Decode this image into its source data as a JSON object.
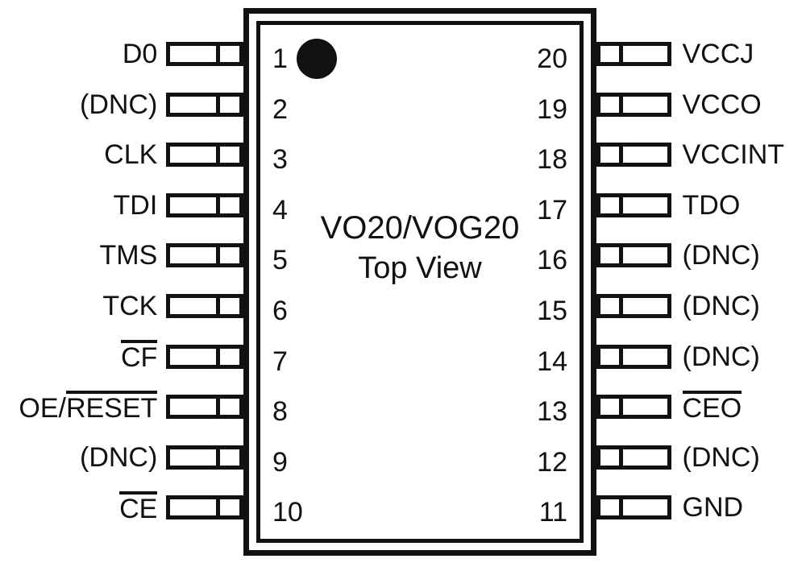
{
  "diagram": {
    "title": "VO20/VOG20",
    "subtitle": "Top View",
    "package_pin_count": 20,
    "pin1_indicator": "pin1-dot",
    "colors": {
      "background": "#ffffff",
      "outline": "#111111",
      "text": "#111111"
    }
  },
  "left_pins": [
    {
      "number": "1",
      "label": "D0",
      "overbar": "none"
    },
    {
      "number": "2",
      "label": "(DNC)",
      "overbar": "none"
    },
    {
      "number": "3",
      "label": "CLK",
      "overbar": "none"
    },
    {
      "number": "4",
      "label": "TDI",
      "overbar": "none"
    },
    {
      "number": "5",
      "label": "TMS",
      "overbar": "none"
    },
    {
      "number": "6",
      "label": "TCK",
      "overbar": "none"
    },
    {
      "number": "7",
      "label": "CF",
      "overbar": "full",
      "plain": "",
      "barred": "CF"
    },
    {
      "number": "8",
      "label": "OE/RESET",
      "overbar": "partial",
      "plain": "OE/",
      "barred": "RESET"
    },
    {
      "number": "9",
      "label": "(DNC)",
      "overbar": "none"
    },
    {
      "number": "10",
      "label": "CE",
      "overbar": "full",
      "plain": "",
      "barred": "CE"
    }
  ],
  "right_pins": [
    {
      "number": "20",
      "label": "VCCJ",
      "overbar": "none"
    },
    {
      "number": "19",
      "label": "VCCO",
      "overbar": "none"
    },
    {
      "number": "18",
      "label": "VCCINT",
      "overbar": "none"
    },
    {
      "number": "17",
      "label": "TDO",
      "overbar": "none"
    },
    {
      "number": "16",
      "label": "(DNC)",
      "overbar": "none"
    },
    {
      "number": "15",
      "label": "(DNC)",
      "overbar": "none"
    },
    {
      "number": "14",
      "label": "(DNC)",
      "overbar": "none"
    },
    {
      "number": "13",
      "label": "CEO",
      "overbar": "full",
      "plain": "",
      "barred": "CEO"
    },
    {
      "number": "12",
      "label": "(DNC)",
      "overbar": "none"
    },
    {
      "number": "11",
      "label": "GND",
      "overbar": "none"
    }
  ]
}
